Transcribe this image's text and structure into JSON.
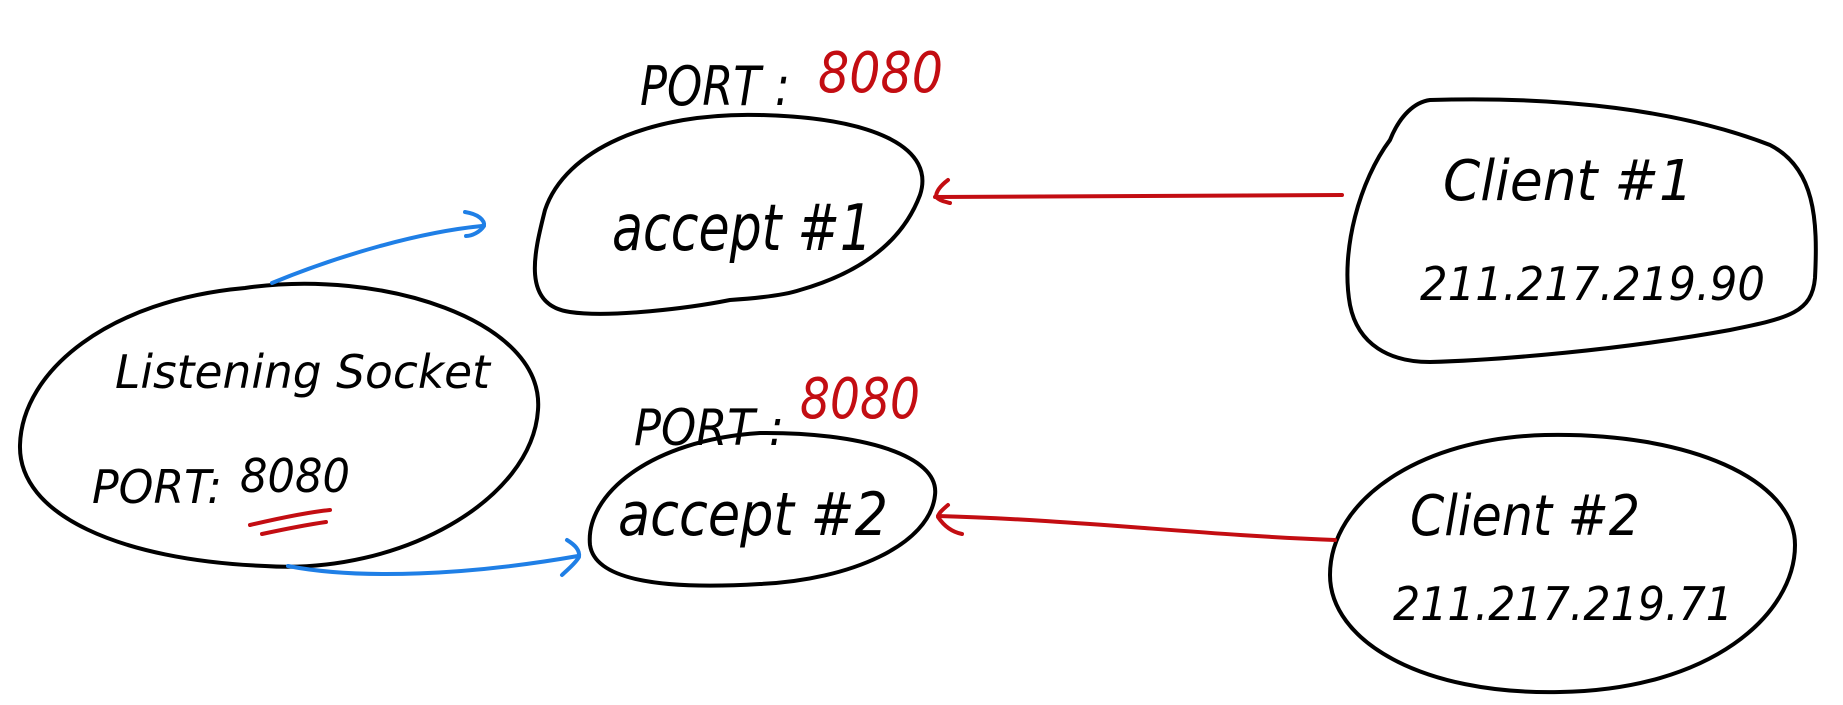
{
  "colors": {
    "ink": "#000000",
    "accent_red": "#c30d12",
    "accent_blue": "#1f7fe6",
    "background": "#ffffff"
  },
  "listening_socket": {
    "title": "Listening Socket",
    "port_label": "PORT:",
    "port_value": "8080"
  },
  "accept1": {
    "label": "accept #1",
    "port_label": "PORT :",
    "port_value": "8080"
  },
  "accept2": {
    "label": "accept #2",
    "port_label": "PORT :",
    "port_value": "8080"
  },
  "client1": {
    "name": "Client #1",
    "ip": "211.217.219.90"
  },
  "client2": {
    "name": "Client #2",
    "ip": "211.217.219.71"
  }
}
